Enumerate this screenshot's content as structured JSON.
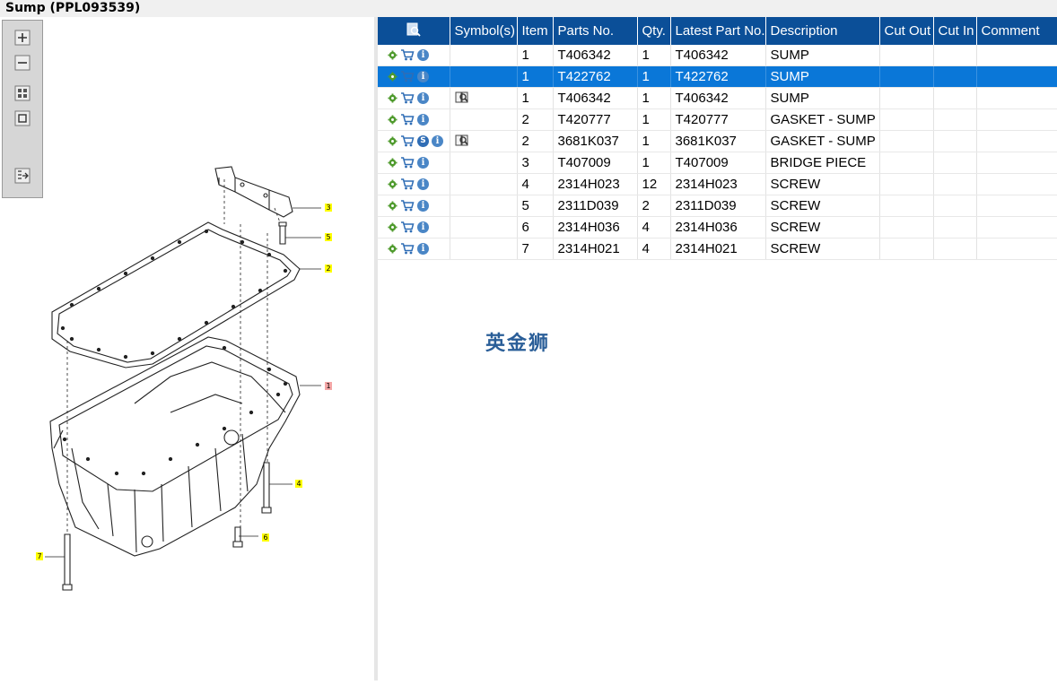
{
  "window": {
    "title": "Sump (PPL093539)"
  },
  "toolbar": {
    "buttons": [
      {
        "icon": "zoom-in-icon"
      },
      {
        "icon": "zoom-out-icon"
      },
      {
        "icon": "tile-view-icon"
      },
      {
        "icon": "fit-view-icon"
      },
      {
        "icon": "export-icon"
      }
    ]
  },
  "diagram": {
    "callouts": [
      "3",
      "5",
      "2",
      "1",
      "4",
      "6",
      "7"
    ]
  },
  "table": {
    "columns": [
      "",
      "Symbol(s)",
      "Item",
      "Parts No.",
      "Qty.",
      "Latest Part No.",
      "Description",
      "Cut Out",
      "Cut In",
      "Comment"
    ],
    "rows": [
      {
        "item": "1",
        "part_no": "T406342",
        "qty": "1",
        "latest": "T406342",
        "desc": "SUMP",
        "symbol": "",
        "s_badge": false,
        "selected": false
      },
      {
        "item": "1",
        "part_no": "T422762",
        "qty": "1",
        "latest": "T422762",
        "desc": "SUMP",
        "symbol": "",
        "s_badge": false,
        "selected": true
      },
      {
        "item": "1",
        "part_no": "T406342",
        "qty": "1",
        "latest": "T406342",
        "desc": "SUMP",
        "symbol": "book-search-icon",
        "s_badge": false,
        "selected": false
      },
      {
        "item": "2",
        "part_no": "T420777",
        "qty": "1",
        "latest": "T420777",
        "desc": "GASKET - SUMP",
        "symbol": "",
        "s_badge": false,
        "selected": false
      },
      {
        "item": "2",
        "part_no": "3681K037",
        "qty": "1",
        "latest": "3681K037",
        "desc": "GASKET - SUMP",
        "symbol": "book-search-icon",
        "s_badge": true,
        "selected": false
      },
      {
        "item": "3",
        "part_no": "T407009",
        "qty": "1",
        "latest": "T407009",
        "desc": "BRIDGE PIECE",
        "symbol": "",
        "s_badge": false,
        "selected": false
      },
      {
        "item": "4",
        "part_no": "2314H023",
        "qty": "12",
        "latest": "2314H023",
        "desc": "SCREW",
        "symbol": "",
        "s_badge": false,
        "selected": false
      },
      {
        "item": "5",
        "part_no": "2311D039",
        "qty": "2",
        "latest": "2311D039",
        "desc": "SCREW",
        "symbol": "",
        "s_badge": false,
        "selected": false
      },
      {
        "item": "6",
        "part_no": "2314H036",
        "qty": "4",
        "latest": "2314H036",
        "desc": "SCREW",
        "symbol": "",
        "s_badge": false,
        "selected": false
      },
      {
        "item": "7",
        "part_no": "2314H021",
        "qty": "4",
        "latest": "2314H021",
        "desc": "SCREW",
        "symbol": "",
        "s_badge": false,
        "selected": false
      }
    ]
  },
  "watermark": "英金狮",
  "colors": {
    "header_bg": "#0b4f98",
    "selected_row": "#0a77d8",
    "callout_yellow": "#ffff00",
    "callout_red": "#f4a6a6"
  }
}
